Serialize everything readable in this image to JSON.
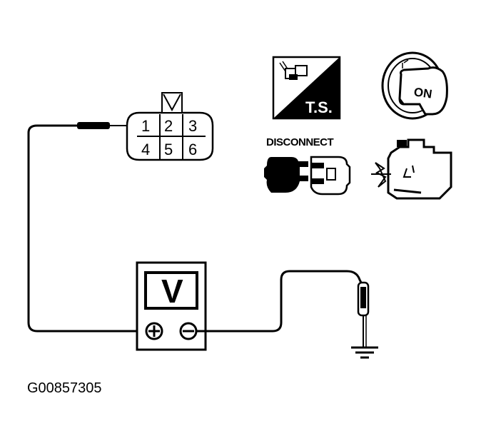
{
  "connector": {
    "pins_top": [
      "1",
      "2",
      "3"
    ],
    "pins_bottom": [
      "4",
      "5",
      "6"
    ]
  },
  "icons": {
    "tool_label": "T.S.",
    "key_label": "ON",
    "disconnect_label": "DISCONNECT"
  },
  "meter": {
    "label": "V"
  },
  "figure_id": "G00857305"
}
